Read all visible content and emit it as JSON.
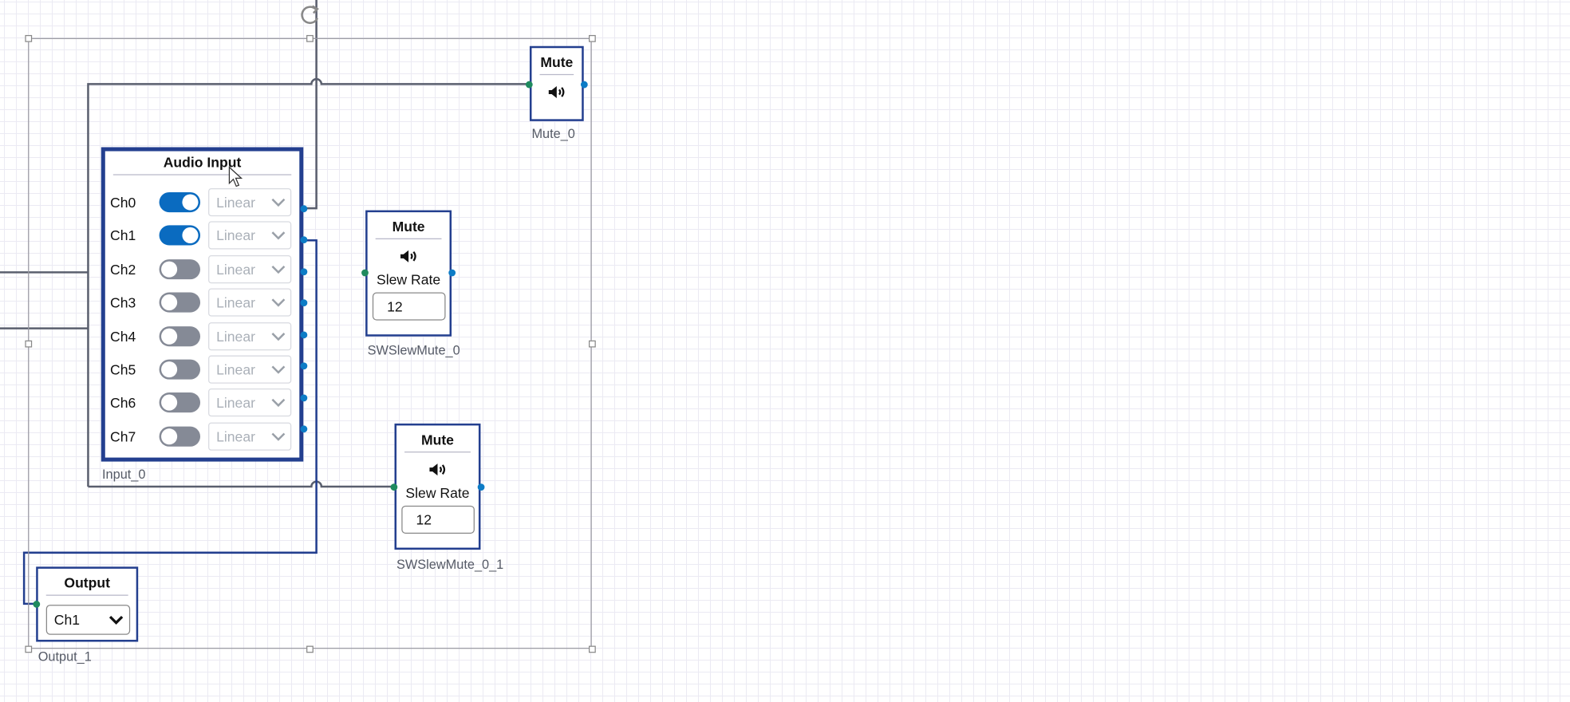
{
  "blocks": {
    "mute_0": {
      "title": "Mute",
      "name": "Mute_0"
    },
    "audio_input": {
      "title": "Audio Input",
      "name": "Input_0",
      "channels": [
        {
          "label": "Ch0",
          "enabled": true,
          "mode": "Linear"
        },
        {
          "label": "Ch1",
          "enabled": true,
          "mode": "Linear"
        },
        {
          "label": "Ch2",
          "enabled": false,
          "mode": "Linear"
        },
        {
          "label": "Ch3",
          "enabled": false,
          "mode": "Linear"
        },
        {
          "label": "Ch4",
          "enabled": false,
          "mode": "Linear"
        },
        {
          "label": "Ch5",
          "enabled": false,
          "mode": "Linear"
        },
        {
          "label": "Ch6",
          "enabled": false,
          "mode": "Linear"
        },
        {
          "label": "Ch7",
          "enabled": false,
          "mode": "Linear"
        }
      ]
    },
    "sw_slew_mute_0": {
      "title": "Mute",
      "slew_label": "Slew Rate",
      "slew_value": "12",
      "name": "SWSlewMute_0"
    },
    "sw_slew_mute_0_1": {
      "title": "Mute",
      "slew_label": "Slew Rate",
      "slew_value": "12",
      "name": "SWSlewMute_0_1"
    },
    "output": {
      "title": "Output",
      "channel": "Ch1",
      "name": "Output_1"
    }
  },
  "colors": {
    "block_border": "#233f8f",
    "wire": "#5a5f6e",
    "selected_wire": "#233f8f",
    "input_port": "#1f8a5e",
    "output_port": "#0d7cc6",
    "toggle_on": "#0a6bc0"
  }
}
